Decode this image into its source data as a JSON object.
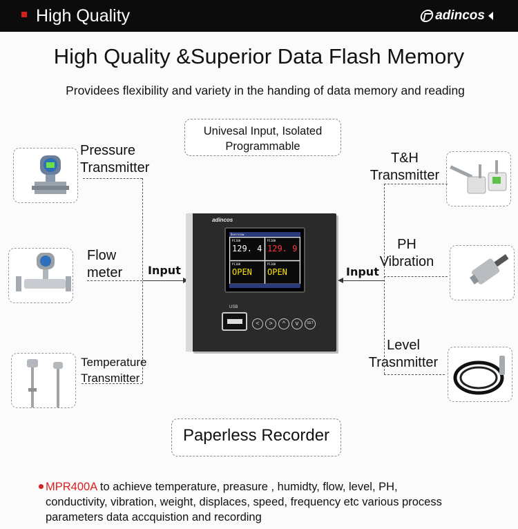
{
  "header": {
    "title": "High Quality",
    "brand": "adincos",
    "accent_color": "#d81e1e"
  },
  "headline": {
    "text": "High Quality &Superior Data Flash Memory",
    "subtext": "Providees flexibility and variety in the handing of data memory and reading"
  },
  "center_box": {
    "line1": "Univesal Input, Isolated",
    "line2": "Programmable"
  },
  "left_sensors": [
    {
      "line1": "Pressure",
      "line2": "Transmitter",
      "icon": "pressure-transmitter-icon"
    },
    {
      "line1": "Flow",
      "line2": "meter",
      "icon": "flow-meter-icon"
    },
    {
      "line1": "Temperature",
      "line2": "Transmitter",
      "icon": "temperature-transmitter-icon"
    }
  ],
  "right_sensors": [
    {
      "line1": "T&H",
      "line2": "Transmitter",
      "icon": "th-transmitter-icon"
    },
    {
      "line1": "PH",
      "line2": "Vibration",
      "icon": "ph-vibration-sensor-icon"
    },
    {
      "line1": "Level",
      "line2": "Trasnmitter",
      "icon": "level-transmitter-icon"
    }
  ],
  "input_labels": {
    "left": "Input",
    "right": "Input"
  },
  "device": {
    "brand": "adincos",
    "status_title": "Overview",
    "usb_label": "USB",
    "tiles": [
      {
        "name": "P1100",
        "value": "129. 4",
        "color": "#ffffff"
      },
      {
        "name": "P1100",
        "value": "129. 9",
        "color": "#ff3b3b"
      },
      {
        "name": "P1100",
        "value": "OPEN",
        "color": "#ffe600"
      },
      {
        "name": "P1100",
        "value": "OPEN",
        "color": "#ffe600"
      }
    ],
    "keys": [
      "<",
      ">",
      "^",
      "v",
      "SET"
    ]
  },
  "paperless": "Paperless Recorder",
  "footer": {
    "model": "MPR400A",
    "line1_rest": " to achieve temperature, preasure , humidty, flow, level, PH,",
    "line2": "conductivity, vibration, weight, displaces, speed, frequency etc various process",
    "line3": "parameters data accquistion and recording"
  }
}
